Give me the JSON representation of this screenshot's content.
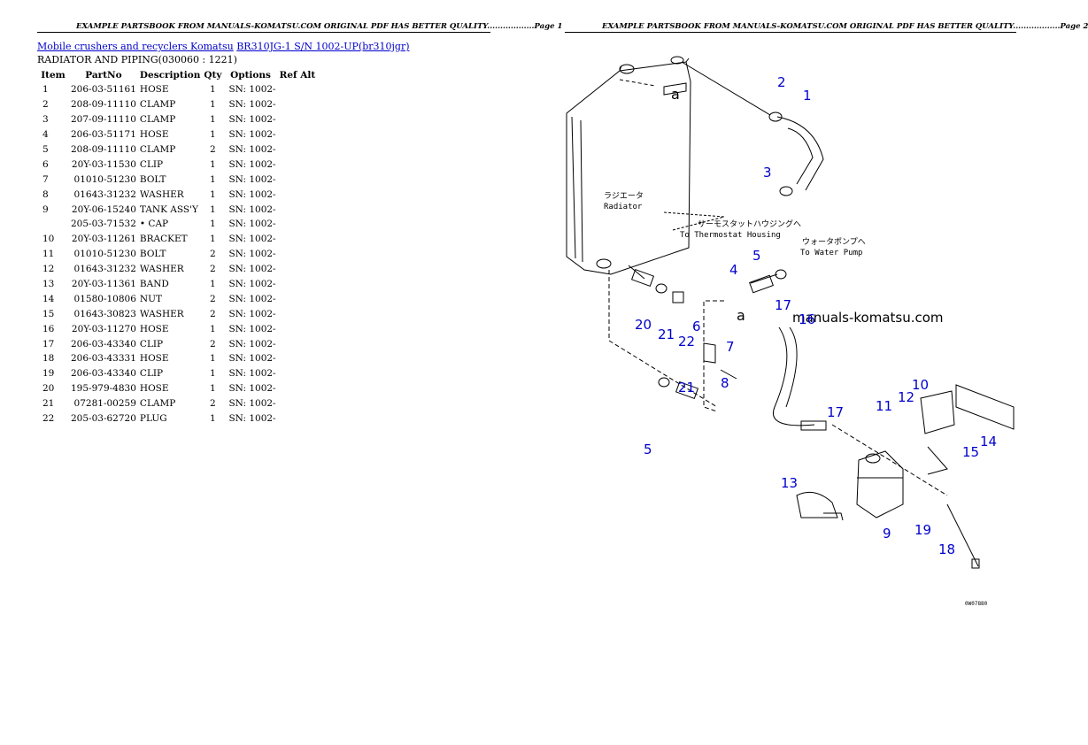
{
  "header": {
    "left": "EXAMPLE PARTSBOOK FROM MANUALS-KOMATSU.COM ORIGINAL PDF HAS BETTER QUALITY..................Page 1",
    "right": "EXAMPLE PARTSBOOK FROM MANUALS-KOMATSU.COM ORIGINAL PDF HAS BETTER QUALITY..................Page 2"
  },
  "breadcrumb": {
    "link1": "Mobile crushers and recyclers Komatsu",
    "link2": "BR310JG-1 S/N 1002-UP(br310jgr)"
  },
  "subtitle": "RADIATOR AND PIPING(030060 : 1221)",
  "table": {
    "headers": [
      "Item",
      "PartNo",
      "Description",
      "Qty",
      "Options",
      "Ref Alt"
    ],
    "rows": [
      [
        "1",
        "206-03-51161",
        "HOSE",
        "1",
        "SN: 1002-"
      ],
      [
        "2",
        "208-09-11110",
        "CLAMP",
        "1",
        "SN: 1002-"
      ],
      [
        "3",
        "207-09-11110",
        "CLAMP",
        "1",
        "SN: 1002-"
      ],
      [
        "4",
        "206-03-51171",
        "HOSE",
        "1",
        "SN: 1002-"
      ],
      [
        "5",
        "208-09-11110",
        "CLAMP",
        "2",
        "SN: 1002-"
      ],
      [
        "6",
        "20Y-03-11530",
        "CLIP",
        "1",
        "SN: 1002-"
      ],
      [
        "7",
        "01010-51230",
        "BOLT",
        "1",
        "SN: 1002-"
      ],
      [
        "8",
        "01643-31232",
        "WASHER",
        "1",
        "SN: 1002-"
      ],
      [
        "9",
        "20Y-06-15240",
        "TANK ASS'Y",
        "1",
        "SN: 1002-"
      ],
      [
        "",
        "205-03-71532",
        "• CAP",
        "1",
        "SN: 1002-"
      ],
      [
        "10",
        "20Y-03-11261",
        "BRACKET",
        "1",
        "SN: 1002-"
      ],
      [
        "11",
        "01010-51230",
        "BOLT",
        "2",
        "SN: 1002-"
      ],
      [
        "12",
        "01643-31232",
        "WASHER",
        "2",
        "SN: 1002-"
      ],
      [
        "13",
        "20Y-03-11361",
        "BAND",
        "1",
        "SN: 1002-"
      ],
      [
        "14",
        "01580-10806",
        "NUT",
        "2",
        "SN: 1002-"
      ],
      [
        "15",
        "01643-30823",
        "WASHER",
        "2",
        "SN: 1002-"
      ],
      [
        "16",
        "20Y-03-11270",
        "HOSE",
        "1",
        "SN: 1002-"
      ],
      [
        "17",
        "206-03-43340",
        "CLIP",
        "2",
        "SN: 1002-"
      ],
      [
        "18",
        "206-03-43331",
        "HOSE",
        "1",
        "SN: 1002-"
      ],
      [
        "19",
        "206-03-43340",
        "CLIP",
        "1",
        "SN: 1002-"
      ],
      [
        "20",
        "195-979-4830",
        "HOSE",
        "1",
        "SN: 1002-"
      ],
      [
        "21",
        "07281-00259",
        "CLAMP",
        "2",
        "SN: 1002-"
      ],
      [
        "22",
        "205-03-62720",
        "PLUG",
        "1",
        "SN: 1002-"
      ]
    ]
  },
  "diagram": {
    "watermark": "manuals-komatsu.com",
    "radiator_jp": "ラジエータ",
    "radiator_en": "Radiator",
    "thermostat_jp": "サーモスタットハウジングへ",
    "thermostat_en": "To Thermostat Housing",
    "pump_jp": "ウォータポンプへ",
    "pump_en": "To Water Pump",
    "ref_a": "a",
    "code": "0W07880",
    "callouts": [
      "1",
      "2",
      "3",
      "4",
      "5",
      "5",
      "6",
      "7",
      "8",
      "9",
      "10",
      "11",
      "12",
      "13",
      "14",
      "15",
      "16",
      "17",
      "17",
      "18",
      "19",
      "20",
      "21",
      "21",
      "22"
    ],
    "callout_color": "#0000cc"
  }
}
